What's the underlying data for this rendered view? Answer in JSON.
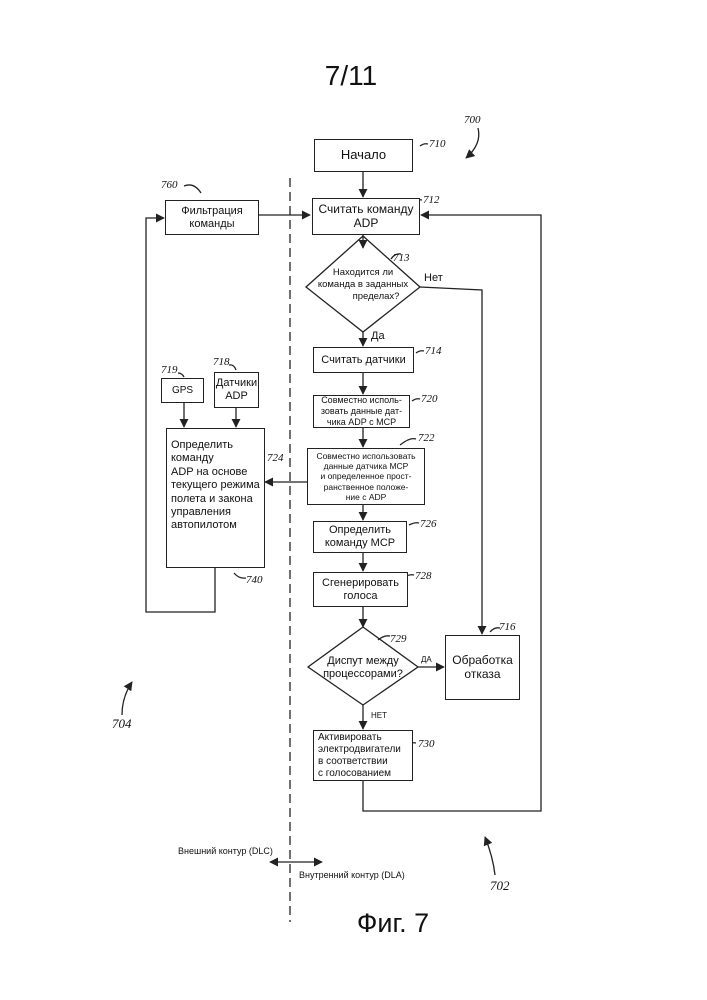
{
  "sheet_number": "7/11",
  "figure_caption": "Фиг. 7",
  "refs": {
    "main": "700",
    "start": "710",
    "read_cmd": "712",
    "in_limits": "713",
    "read_sensors": "714",
    "fault": "716",
    "sensors_adp": "718",
    "gps": "719",
    "share_adp": "720",
    "share_mcp": "722",
    "arrow_724": "724",
    "determine_mcp": "726",
    "generate_votes": "728",
    "dispute": "729",
    "activate": "730",
    "determine_adp": "740",
    "filter": "760",
    "inner": "702",
    "outer": "704"
  },
  "nodes": {
    "start": [
      "Начало"
    ],
    "read_cmd": [
      "Считать команду",
      "ADP"
    ],
    "in_limits": [
      "Находится ли",
      "команда в заданных",
      "пределах?"
    ],
    "read_sensors": [
      "Считать датчики"
    ],
    "share_adp": [
      "Совместно исполь-",
      "зовать данные дат-",
      "чика ADP с MCP"
    ],
    "share_mcp": [
      "Совместно использовать",
      "данные датчика MCP",
      "и определенное прост-",
      "ранственное положе-",
      "ние с ADP"
    ],
    "determine_mcp": [
      "Определить",
      "команду MCP"
    ],
    "generate_votes": [
      "Сгенерировать",
      "голоса"
    ],
    "dispute": [
      "Диспут между",
      "процессорами?"
    ],
    "activate": [
      "Активировать",
      "электродвигатели",
      "в соответствии",
      "с голосованием"
    ],
    "fault": [
      "Обработка",
      "отказа"
    ],
    "filter": [
      "Фильтрация",
      "команды"
    ],
    "gps": [
      "GPS"
    ],
    "sensors_adp": [
      "Датчики",
      "ADP"
    ],
    "determine_adp": [
      "Определить",
      "команду",
      "ADP на основе",
      "текущего режима",
      "полета и закона",
      "управления",
      "автопилотом"
    ]
  },
  "edge_labels": {
    "no_713": "Нет",
    "yes_713": "Да",
    "yes_729": "ДА",
    "no_729": "НЕТ"
  },
  "loops": {
    "outer": "Внешний контур (DLC)",
    "inner": "Внутренний контур (DLA)"
  }
}
